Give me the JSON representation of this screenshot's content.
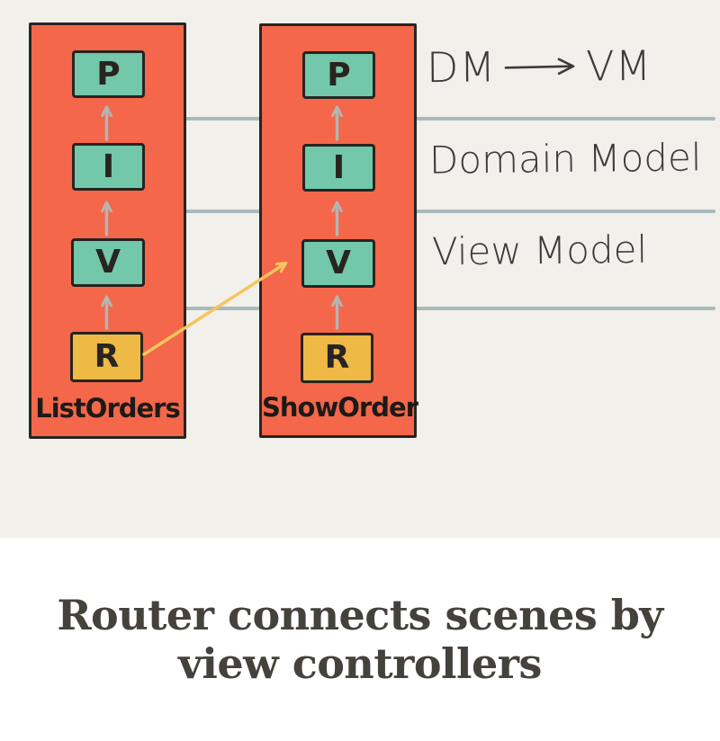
{
  "diagram": {
    "columns": [
      {
        "label": "ListOrders",
        "boxes": [
          {
            "letter": "P"
          },
          {
            "letter": "I"
          },
          {
            "letter": "V"
          },
          {
            "letter": "R"
          }
        ]
      },
      {
        "label": "ShowOrder",
        "boxes": [
          {
            "letter": "P"
          },
          {
            "letter": "I"
          },
          {
            "letter": "V"
          },
          {
            "letter": "R"
          }
        ]
      }
    ],
    "annotations": {
      "transform_from": "DM",
      "transform_to": "VM",
      "domain_model": "Domain Model",
      "view_model": "View Model"
    }
  },
  "caption": {
    "line1": "Router connects scenes by",
    "line2": "view controllers"
  },
  "colors": {
    "background": "#f2f0eb",
    "panel-orange": "#f4674a",
    "box-green": "#73c7ab",
    "box-yellow": "#eeb945",
    "ink": "#272421",
    "divider": "#a9babd",
    "arrow-gray": "#b5b5b3",
    "arrow-yellow": "#f6c55d",
    "hand-ink": "#3b3b3b",
    "caption-ink": "#45413c",
    "caption-bg": "#ffffff"
  }
}
